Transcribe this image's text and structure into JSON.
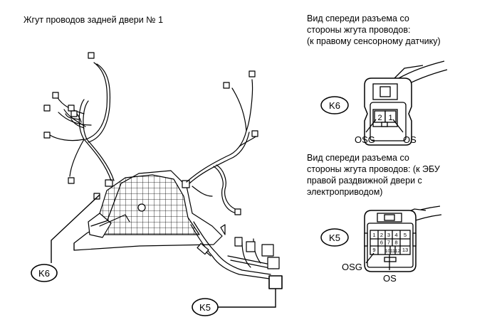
{
  "harness_title": "Жгут проводов задней двери № 1",
  "connector_k6": {
    "caption_lines": [
      "Вид спереди разъема со",
      "стороны жгута проводов:",
      "(к правому сенсорному датчику)"
    ],
    "label": "K6",
    "pins": [
      "2",
      "1"
    ],
    "pin_labels": {
      "left": "OSG",
      "right": "OS"
    }
  },
  "connector_k5": {
    "caption_lines": [
      "Вид спереди разъема со",
      "стороны жгута проводов: (к ЭБУ",
      "правой раздвижной двери с",
      "электроприводом)"
    ],
    "label": "K5",
    "pins": [
      "1",
      "2",
      "3",
      "4",
      "5",
      "6",
      "7",
      "8",
      "9",
      "10",
      "11",
      "12",
      "13"
    ],
    "pin_labels": {
      "left": "OSG",
      "right": "OS"
    }
  },
  "callouts": {
    "k6": "K6",
    "k5": "K5"
  }
}
